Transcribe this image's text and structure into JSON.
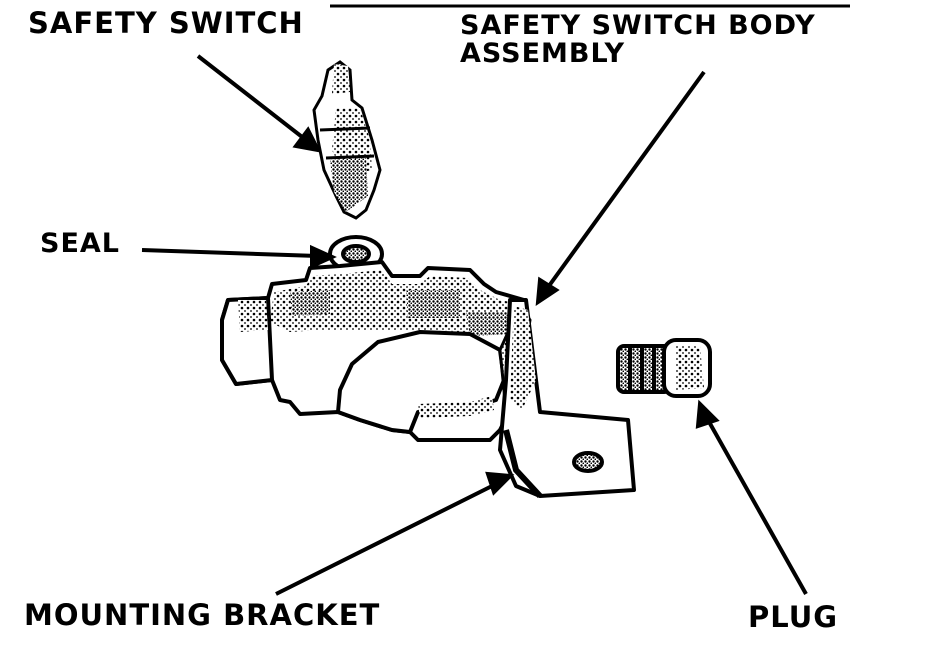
{
  "labels": {
    "safety_switch": "SAFETY SWITCH",
    "body_assembly_line1": "SAFETY SWITCH BODY",
    "body_assembly_line2": "ASSEMBLY",
    "seal": "SEAL",
    "mounting_bracket": "MOUNTING BRACKET",
    "plug": "PLUG"
  },
  "colors": {
    "ink": "#000000",
    "paper": "#ffffff",
    "stipple": "#555555"
  }
}
